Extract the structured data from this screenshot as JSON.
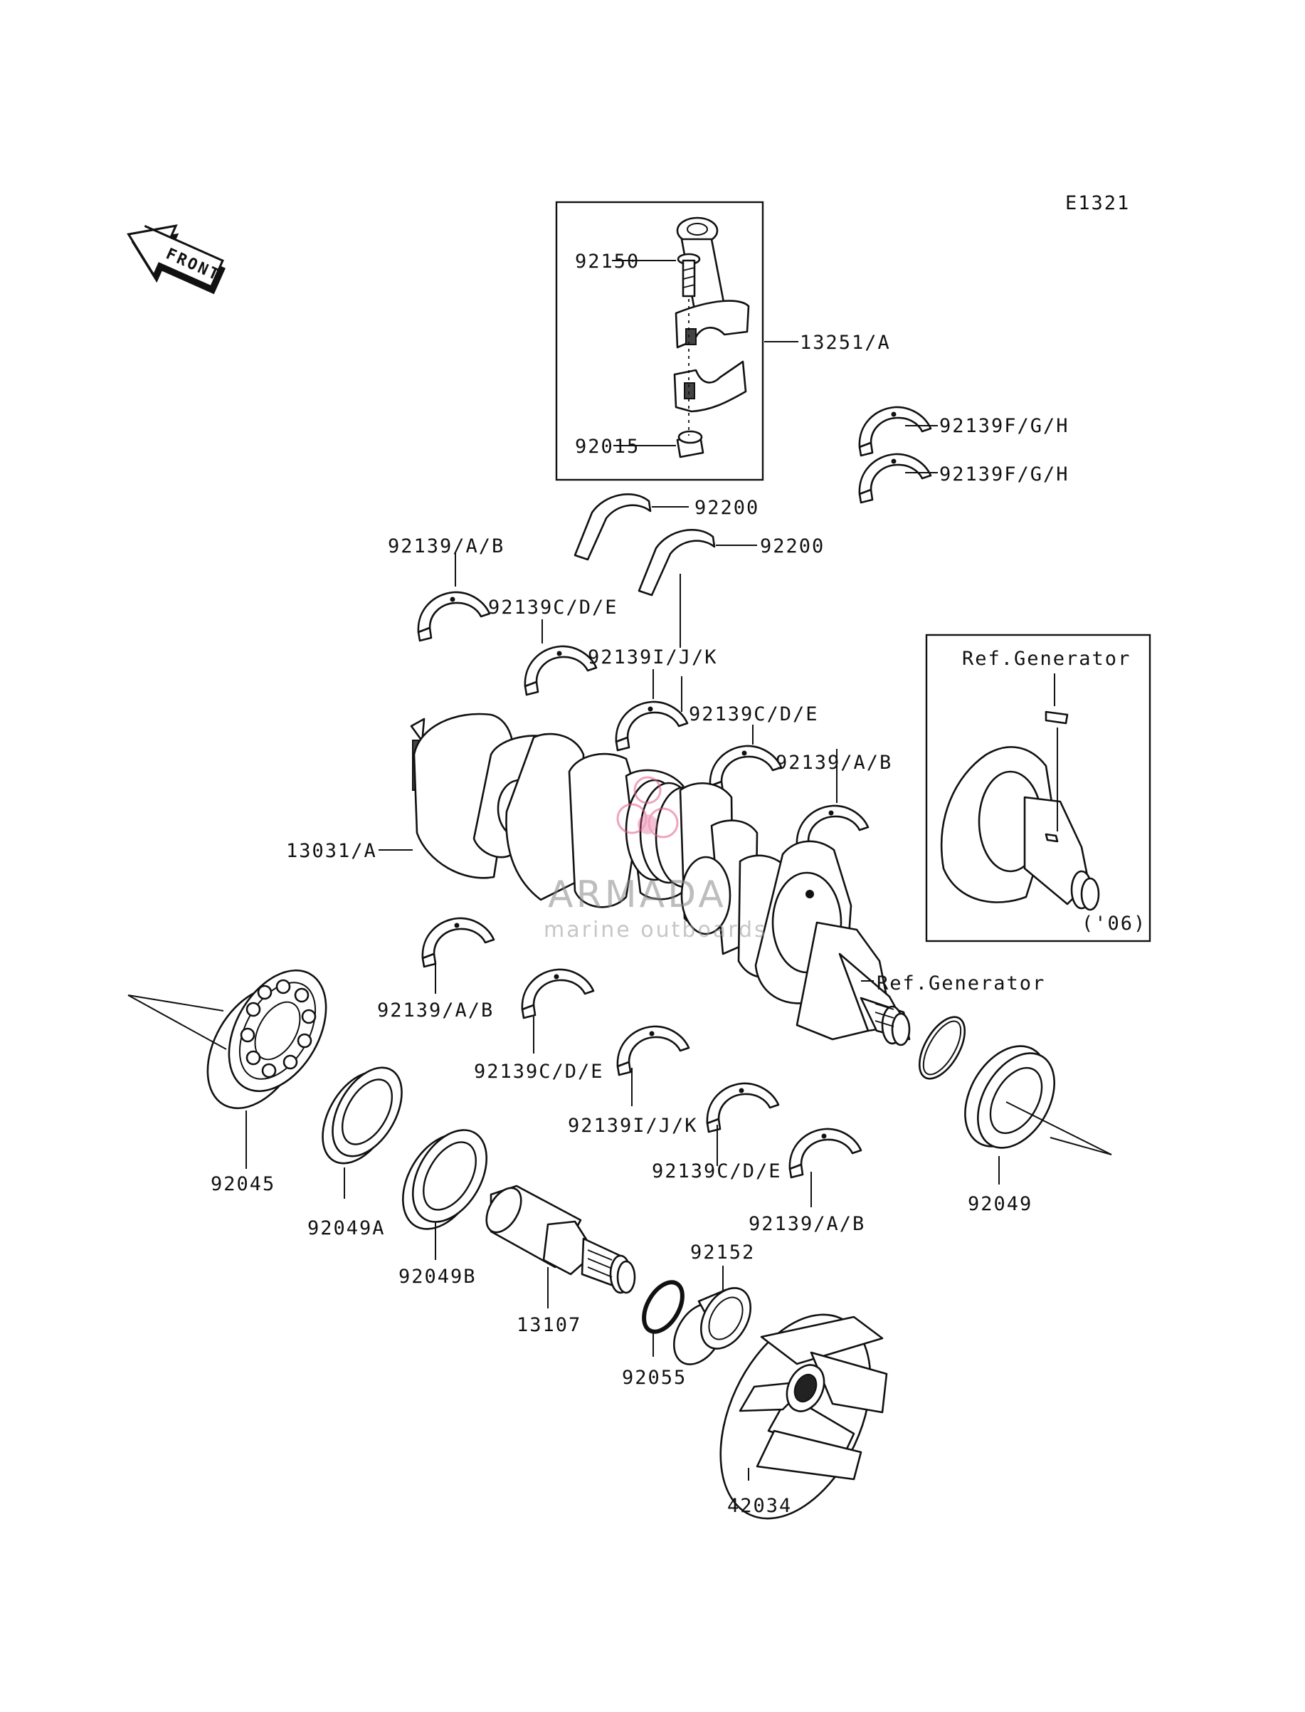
{
  "diagram": {
    "code": "E1321",
    "front_label": "FRONT",
    "watermark": {
      "brand": "ARMADA",
      "tagline": "marine outboards"
    },
    "reference_box": {
      "title": "Ref.Generator",
      "note": "('06)"
    },
    "ref_generator_label": "Ref.Generator",
    "labels": {
      "p92150": "92150",
      "p13251": "13251/A",
      "p92015": "92015",
      "p92139fgh_1": "92139F/G/H",
      "p92139fgh_2": "92139F/G/H",
      "p92200_1": "92200",
      "p92200_2": "92200",
      "p92139ab_1": "92139/A/B",
      "p92139cde_1": "92139C/D/E",
      "p92139ijk_1": "92139I/J/K",
      "p92139cde_2": "92139C/D/E",
      "p92139ab_2": "92139/A/B",
      "p13031": "13031/A",
      "p92139ab_3": "92139/A/B",
      "p92139cde_3": "92139C/D/E",
      "p92139ijk_2": "92139I/J/K",
      "p92139cde_4": "92139C/D/E",
      "p92139ab_4": "92139/A/B",
      "p92045": "92045",
      "p92049a": "92049A",
      "p92049b": "92049B",
      "p13107": "13107",
      "p92152": "92152",
      "p92055": "92055",
      "p42034": "42034",
      "p92049": "92049"
    }
  }
}
